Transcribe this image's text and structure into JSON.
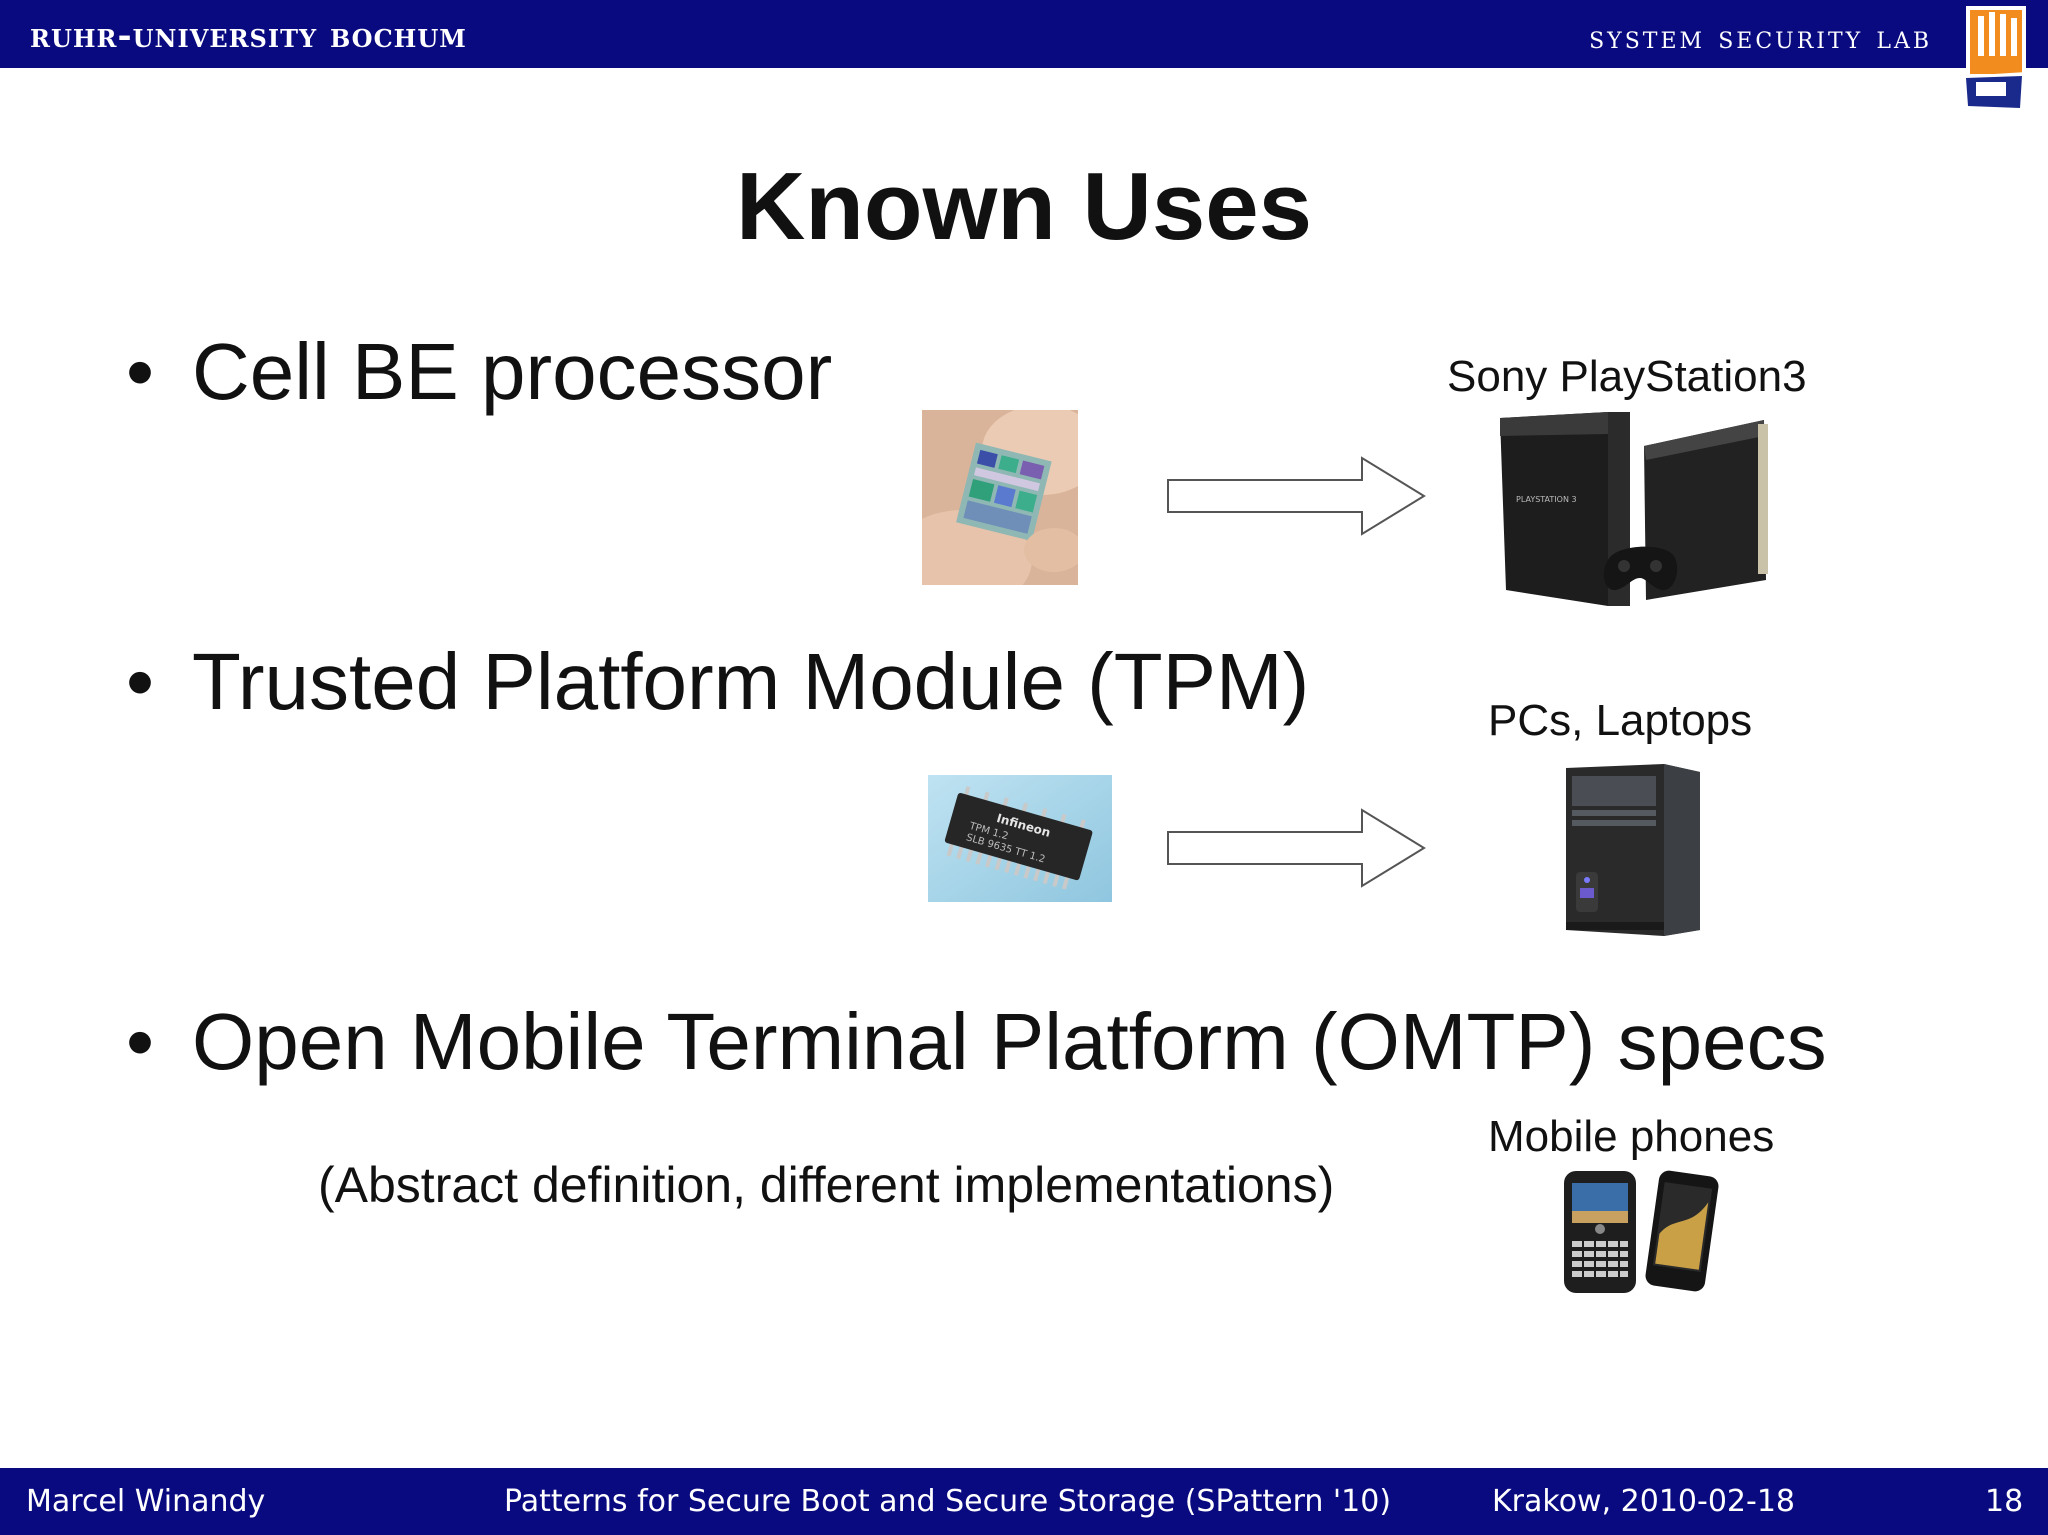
{
  "header": {
    "university": "Ruhr-University Bochum",
    "lab": "System Security Lab"
  },
  "slide": {
    "title": "Known Uses",
    "bullets": [
      "Cell BE processor",
      "Trusted Platform Module (TPM)",
      "Open Mobile Terminal Platform (OMTP) specs"
    ],
    "note": "(Abstract definition, different implementations)",
    "captions": [
      "Sony PlayStation3",
      "PCs, Laptops",
      "Mobile phones"
    ],
    "console_brand_text": "PLAYSTATION 3",
    "chip_text": [
      "Infineon",
      "TPM 1.2",
      "SLB 9635 TT 1.2"
    ]
  },
  "footer": {
    "author": "Marcel Winandy",
    "talk": "Patterns for Secure Boot and Secure Storage (SPattern '10)",
    "place_date": "Krakow, 2010-02-18",
    "page": "18"
  },
  "colors": {
    "bar": "#0a0a80",
    "logo_orange": "#f28c1e",
    "logo_blue": "#1a2a8c"
  },
  "icons": [
    "rub-logo-icon",
    "cell-processor-chip-icon",
    "tpm-chip-icon",
    "arrow-right-icon",
    "playstation-console-icon",
    "desktop-tower-icon",
    "mobile-phones-icon"
  ]
}
